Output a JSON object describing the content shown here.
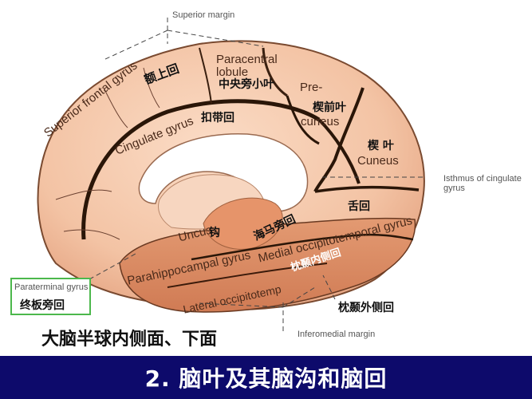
{
  "diagram": {
    "view": "medial and inferior surface of cerebral hemisphere",
    "annotations": {
      "superior_margin": "Superior margin",
      "isthmus_line1": "Isthmus of cingulate",
      "isthmus_line2": "gyrus",
      "inferomedial_margin": "Inferomedial margin"
    },
    "labels": {
      "superior_frontal_en": "Superior frontal gyrus",
      "superior_frontal_cn": "额上回",
      "paracentral_en_1": "Paracentral",
      "paracentral_en_2": "lobule",
      "paracentral_cn": "中央旁小叶",
      "precuneus_en_1": "Pre-",
      "precuneus_en_2": "cuneus",
      "precuneus_cn": "楔前叶",
      "cingulate_en": "Cingulate gyrus",
      "cingulate_cn": "扣带回",
      "cuneus_cn": "楔 叶",
      "cuneus_en": "Cuneus",
      "lingual_cn": "舌回",
      "uncus_en": "Uncus",
      "uncus_cn": "钩",
      "parahippocampal_cn": "海马旁回",
      "medial_occipitotemporal_en": "Medial occipitotemporal gyrus",
      "parahippocampal_en": "Parahippocampal gyrus",
      "medial_occipitotemporal_cn": "枕颞内侧回",
      "lateral_occipitotemporal_en": "Lateral occipitotemp",
      "lateral_occipitotemporal_cn": "枕颞外侧回",
      "paraterminal_en": "Paraterminal gyrus",
      "paraterminal_cn": "终板旁回"
    },
    "subtitle": "大脑半球内侧面、下面"
  },
  "footer": {
    "title": "2. 脑叶及其脑沟和脑回"
  },
  "colors": {
    "brain_light": "#f6cdb2",
    "brain_mid": "#eab08e",
    "brain_lower": "#d98a62",
    "sulcus": "#2a1608",
    "footer_bg": "#0d0a6b",
    "box_border": "#4cb84c"
  }
}
